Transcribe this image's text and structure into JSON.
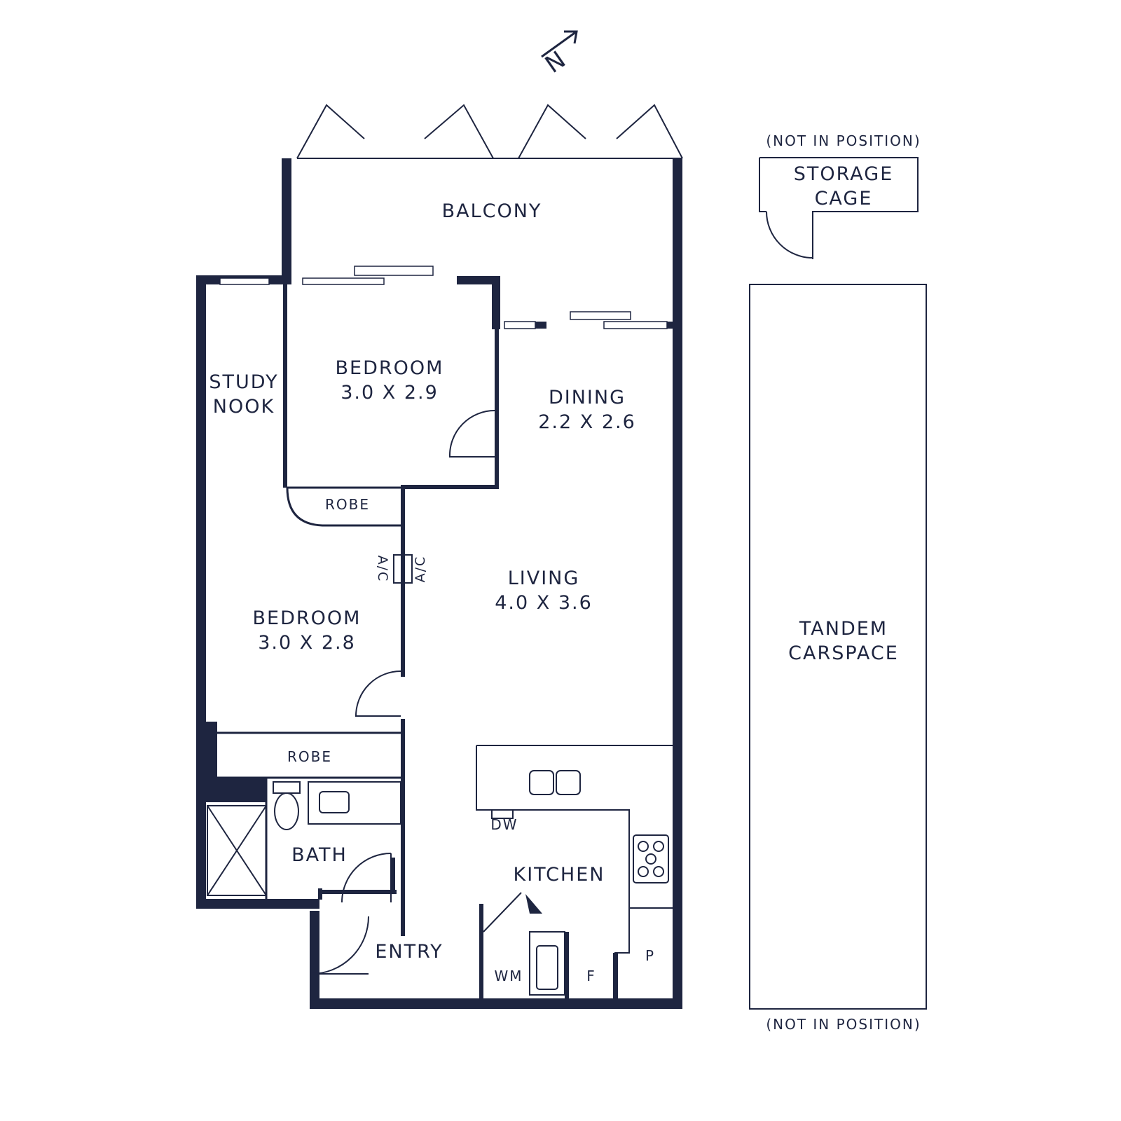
{
  "plan": {
    "compass": {
      "letter": "N",
      "icon": "north-arrow-icon"
    },
    "rooms": {
      "balcony": {
        "name": "BALCONY"
      },
      "study_nook": {
        "name_line1": "STUDY",
        "name_line2": "NOOK"
      },
      "bedroom1": {
        "name": "BEDROOM",
        "dims": "3.0 X 2.9"
      },
      "dining": {
        "name": "DINING",
        "dims": "2.2 X 2.6"
      },
      "robe1": {
        "name": "ROBE"
      },
      "living": {
        "name": "LIVING",
        "dims": "4.0 X 3.6"
      },
      "bedroom2": {
        "name": "BEDROOM",
        "dims": "3.0 X 2.8"
      },
      "robe2": {
        "name": "ROBE"
      },
      "bath": {
        "name": "BATH"
      },
      "kitchen": {
        "name": "KITCHEN"
      },
      "entry": {
        "name": "ENTRY"
      }
    },
    "fixtures": {
      "ac_left": "A/C",
      "ac_right": "A/C",
      "dishwasher": "DW",
      "washing_machine": "WM",
      "fridge": "F",
      "pantry": "P"
    },
    "storage_cage": {
      "note": "(NOT IN POSITION)",
      "line1": "STORAGE",
      "line2": "CAGE"
    },
    "carspace": {
      "line1": "TANDEM",
      "line2": "CARSPACE",
      "note": "(NOT IN POSITION)"
    },
    "colors": {
      "wall": "#1e2540",
      "background": "#ffffff"
    }
  }
}
